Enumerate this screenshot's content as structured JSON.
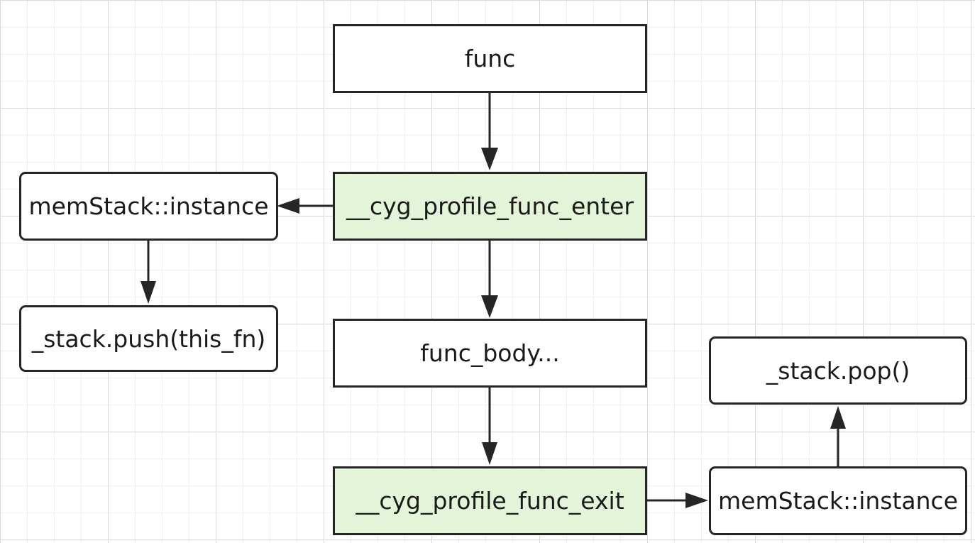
{
  "nodes": {
    "func": "func",
    "enter": "__cyg_profile_func_enter",
    "body": "func_body...",
    "exit": "__cyg_profile_func_exit",
    "instance_left": "memStack::instance",
    "push": "_stack.push(this_fn)",
    "instance_right": "memStack::instance",
    "pop": "_stack.pop()"
  },
  "colors": {
    "highlight_fill": "#e3f4d8",
    "stroke": "#262626",
    "grid": "#d9d9d9"
  }
}
